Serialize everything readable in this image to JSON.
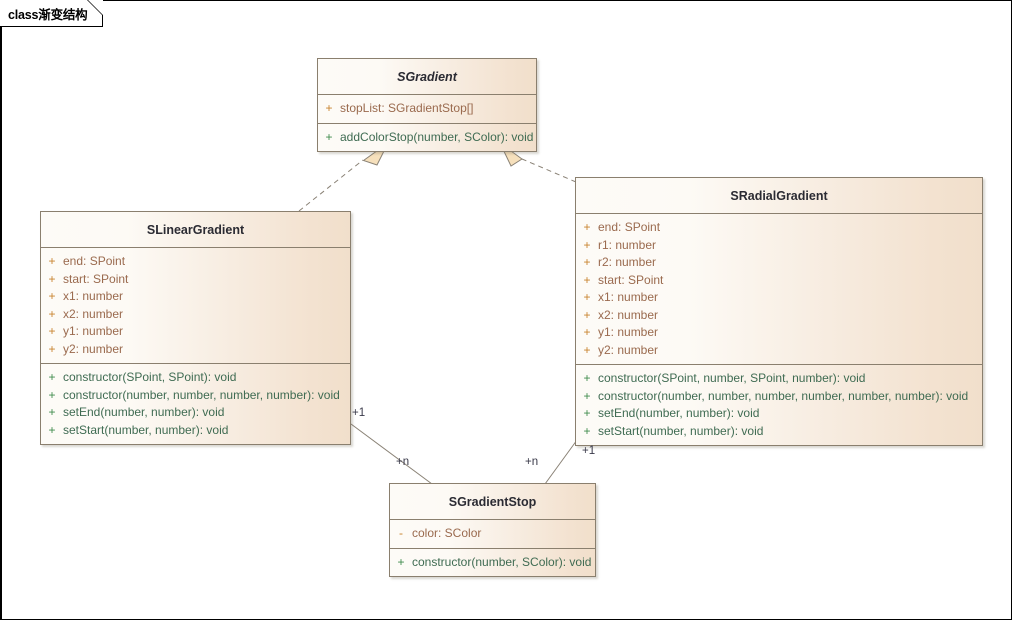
{
  "frame": {
    "label": "class渐变结构",
    "stereotype": "class",
    "name": "渐变结构"
  },
  "colors": {
    "box_border": "#8a7f6e",
    "box_fill_left": "#fdfbf7",
    "box_fill_right": "#f1dfcb",
    "class_name_text": "#2b2b33",
    "attribute_text": "#9a6a4e",
    "attribute_visibility": "#c8832e",
    "operation_text": "#3f6b52",
    "operation_visibility": "#3e8b4c",
    "connector_line": "#8a8276",
    "arrow_fill": "#f6e0bc",
    "frame_border": "#000000",
    "multiplicity_text": "#3a3a4a"
  },
  "classes": {
    "sgradient": {
      "name": "SGradient",
      "abstract": true,
      "attributes": [
        {
          "visibility": "+",
          "signature": "stopList: SGradientStop[]"
        }
      ],
      "operations": [
        {
          "visibility": "+",
          "signature": "addColorStop(number, SColor): void"
        }
      ]
    },
    "slineargradient": {
      "name": "SLinearGradient",
      "abstract": false,
      "attributes": [
        {
          "visibility": "+",
          "signature": "end: SPoint"
        },
        {
          "visibility": "+",
          "signature": "start: SPoint"
        },
        {
          "visibility": "+",
          "signature": "x1: number"
        },
        {
          "visibility": "+",
          "signature": "x2: number"
        },
        {
          "visibility": "+",
          "signature": "y1: number"
        },
        {
          "visibility": "+",
          "signature": "y2: number"
        }
      ],
      "operations": [
        {
          "visibility": "+",
          "signature": "constructor(SPoint, SPoint): void"
        },
        {
          "visibility": "+",
          "signature": "constructor(number, number, number, number): void"
        },
        {
          "visibility": "+",
          "signature": "setEnd(number, number): void"
        },
        {
          "visibility": "+",
          "signature": "setStart(number, number): void"
        }
      ]
    },
    "sradialgradient": {
      "name": "SRadialGradient",
      "abstract": false,
      "attributes": [
        {
          "visibility": "+",
          "signature": "end: SPoint"
        },
        {
          "visibility": "+",
          "signature": "r1: number"
        },
        {
          "visibility": "+",
          "signature": "r2: number"
        },
        {
          "visibility": "+",
          "signature": "start: SPoint"
        },
        {
          "visibility": "+",
          "signature": "x1: number"
        },
        {
          "visibility": "+",
          "signature": "x2: number"
        },
        {
          "visibility": "+",
          "signature": "y1: number"
        },
        {
          "visibility": "+",
          "signature": "y2: number"
        }
      ],
      "operations": [
        {
          "visibility": "+",
          "signature": "constructor(SPoint, number, SPoint, number): void"
        },
        {
          "visibility": "+",
          "signature": "constructor(number, number, number, number, number, number): void"
        },
        {
          "visibility": "+",
          "signature": "setEnd(number, number): void"
        },
        {
          "visibility": "+",
          "signature": "setStart(number, number): void"
        }
      ]
    },
    "sgradientstop": {
      "name": "SGradientStop",
      "abstract": false,
      "attributes": [
        {
          "visibility": "-",
          "signature": "color: SColor"
        }
      ],
      "operations": [
        {
          "visibility": "+",
          "signature": "constructor(number, SColor): void"
        }
      ]
    }
  },
  "relationships": [
    {
      "type": "realization",
      "from": "SLinearGradient",
      "to": "SGradient",
      "line_style": "dashed",
      "arrow": "hollow-triangle"
    },
    {
      "type": "realization",
      "from": "SRadialGradient",
      "to": "SGradient",
      "line_style": "dashed",
      "arrow": "hollow-triangle"
    },
    {
      "type": "association",
      "from": "SLinearGradient",
      "to": "SGradientStop",
      "line_style": "solid",
      "source_multiplicity": "+1",
      "target_multiplicity": "+n"
    },
    {
      "type": "association",
      "from": "SRadialGradient",
      "to": "SGradientStop",
      "line_style": "solid",
      "source_multiplicity": "+1",
      "target_multiplicity": "+n"
    }
  ],
  "multiplicity_labels": {
    "linear_one": "+1",
    "linear_n": "+n",
    "radial_n": "+n",
    "radial_one": "+1"
  }
}
